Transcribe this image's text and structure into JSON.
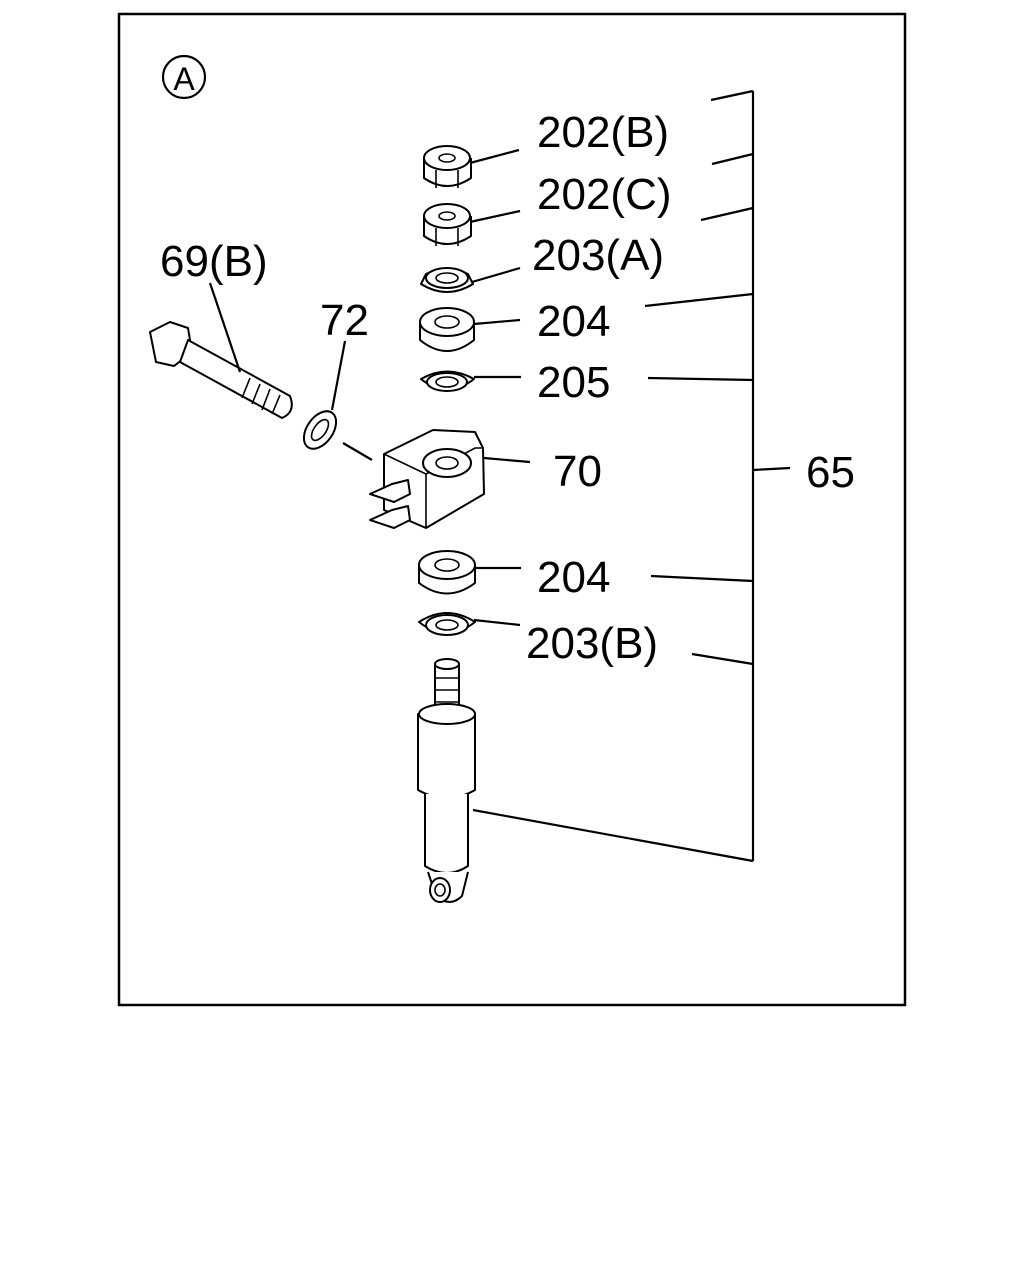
{
  "view_marker": "A",
  "labels": {
    "p202b": "202(B)",
    "p202c": "202(C)",
    "p203a": "203(A)",
    "p204_top": "204",
    "p205": "205",
    "p70": "70",
    "p65": "65",
    "p204_bottom": "204",
    "p203b": "203(B)",
    "p69b": "69(B)",
    "p72": "72"
  }
}
